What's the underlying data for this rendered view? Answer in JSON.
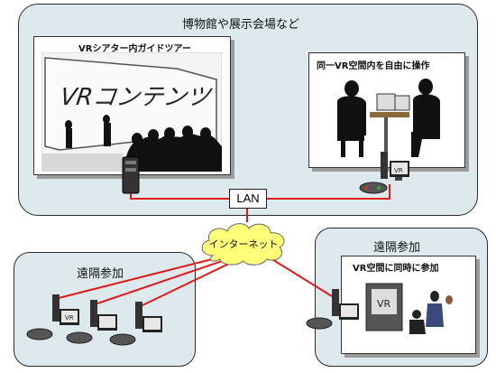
{
  "museum": {
    "title": "博物館や展示会場など",
    "theater_label": "VRシアター内ガイドツアー",
    "screen_text": "VRコンテンツ",
    "shared_label": "同一VR空間内を自由に操作",
    "monitor_text": "VR"
  },
  "lan": {
    "label": "LAN"
  },
  "internet": {
    "label": "インターネット"
  },
  "remote_left": {
    "title": "遠隔参加",
    "monitor_text": "VR"
  },
  "remote_right": {
    "title": "遠隔参加",
    "card_label": "VR空間に同時に参加",
    "screen_text": "VR"
  },
  "colors": {
    "link": "#e01a1a",
    "group_fill": "#dde9ed",
    "cloud": "#ffff7a"
  }
}
